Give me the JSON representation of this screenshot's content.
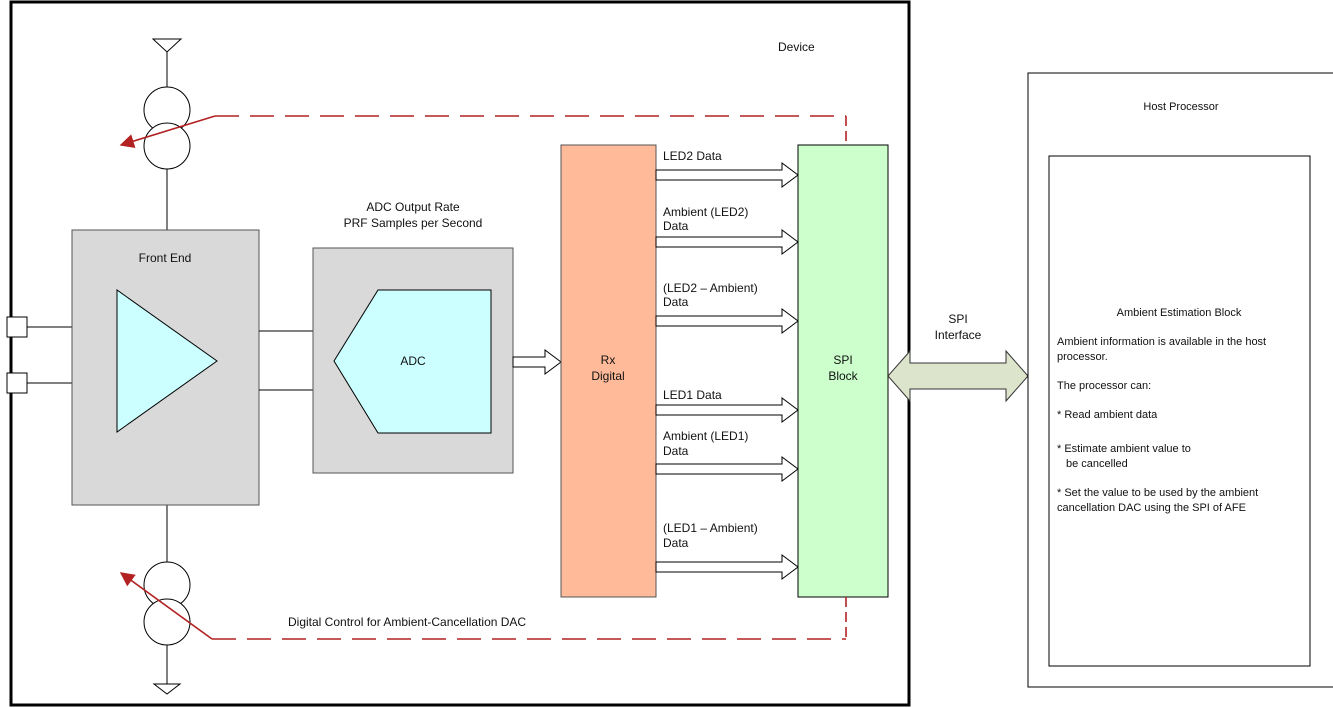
{
  "device": {
    "label": "Device",
    "front_end_label": "Front End",
    "adc_rate_line1": "ADC Output Rate",
    "adc_rate_line2": "PRF Samples per Second",
    "adc_label": "ADC",
    "rx_line1": "Rx",
    "rx_line2": "Digital",
    "spi_line1": "SPI",
    "spi_line2": "Block",
    "digital_control_label": "Digital Control for Ambient-Cancellation DAC"
  },
  "data_outputs": [
    {
      "line1": "LED2 Data",
      "line2": ""
    },
    {
      "line1": "Ambient (LED2)",
      "line2": "Data"
    },
    {
      "line1": "(LED2 – Ambient)",
      "line2": "Data"
    },
    {
      "line1": "LED1 Data",
      "line2": ""
    },
    {
      "line1": "Ambient (LED1)",
      "line2": "Data"
    },
    {
      "line1": "(LED1 – Ambient)",
      "line2": "Data"
    }
  ],
  "interface": {
    "line1": "SPI",
    "line2": "Interface"
  },
  "host": {
    "title": "Host Processor",
    "block_title": "Ambient Estimation Block",
    "info_line1": "Ambient information is available in the host",
    "info_line2": "processor.",
    "can_label": "The processor can:",
    "item1": "* Read ambient data",
    "item2_line1": "* Estimate ambient value to",
    "item2_line2": "be cancelled",
    "item3_line1": "* Set the value to be used by the ambient",
    "item3_line2": "cancellation DAC using the SPI of AFE"
  },
  "colors": {
    "front_end_fill": "#d9d9d9",
    "amplifier_fill": "#ccffff",
    "adc_fill": "#ccffff",
    "rx_digital_fill": "#ffbb99",
    "spi_block_fill": "#ccffcc",
    "spi_arrow_fill": "#dde4cc",
    "control_line": "#b22222"
  }
}
